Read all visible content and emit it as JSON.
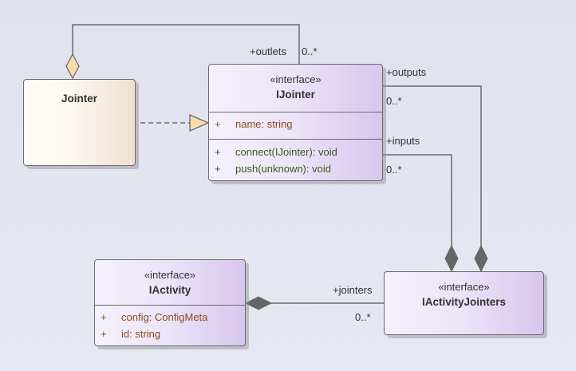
{
  "diagram": {
    "type": "UML class diagram",
    "classes": [
      {
        "id": "jointer",
        "stereotype": "",
        "name": "Jointer",
        "attributes": [],
        "operations": []
      },
      {
        "id": "ijointer",
        "stereotype": "«interface»",
        "name": "IJointer",
        "attributes": [
          {
            "visibility": "+",
            "text": "name: string"
          }
        ],
        "operations": [
          {
            "visibility": "+",
            "text": "connect(IJointer): void"
          },
          {
            "visibility": "+",
            "text": "push(unknown): void"
          }
        ]
      },
      {
        "id": "iactivity",
        "stereotype": "«interface»",
        "name": "IActivity",
        "attributes": [
          {
            "visibility": "+",
            "text": "config: ConfigMeta"
          },
          {
            "visibility": "+",
            "text": "id: string"
          }
        ],
        "operations": []
      },
      {
        "id": "iactivityjointers",
        "stereotype": "«interface»",
        "name": "IActivityJointers",
        "attributes": [],
        "operations": []
      }
    ],
    "relationships": [
      {
        "type": "aggregation",
        "whole": "Jointer",
        "part": "IJointer",
        "role": "+outlets",
        "multiplicity": "0..*"
      },
      {
        "type": "realization",
        "from": "Jointer",
        "to": "IJointer"
      },
      {
        "type": "composition",
        "whole": "IActivityJointers",
        "part": "IJointer",
        "role": "+outputs",
        "multiplicity": "0..*"
      },
      {
        "type": "composition",
        "whole": "IActivityJointers",
        "part": "IJointer",
        "role": "+inputs",
        "multiplicity": "0..*"
      },
      {
        "type": "composition",
        "whole": "IActivity",
        "part": "IActivityJointers",
        "role": "+jointers",
        "multiplicity": "0..*"
      }
    ],
    "colors": {
      "background": "#e1e3ef",
      "interface_fill": "#ebe3f7",
      "class_fill": "#fcf8f2",
      "attribute_text": "#8a4b1e",
      "operation_text": "#3b5a1c",
      "line": "#6b6b6b",
      "aggregation_diamond": "#f8dcaa"
    }
  }
}
